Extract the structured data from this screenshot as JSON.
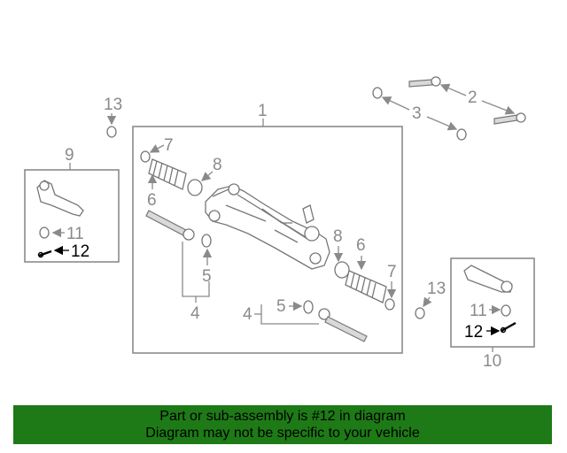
{
  "callouts": {
    "c1": "1",
    "c2": "2",
    "c3": "3",
    "c4a": "4",
    "c4b": "4",
    "c5a": "5",
    "c5b": "5",
    "c6a": "6",
    "c6b": "6",
    "c7a": "7",
    "c7b": "7",
    "c8a": "8",
    "c8b": "8",
    "c9": "9",
    "c10": "10",
    "c11a": "11",
    "c11b": "11",
    "c12a": "12",
    "c12b": "12",
    "c13a": "13",
    "c13b": "13"
  },
  "highlight_part": "12",
  "colors": {
    "banner_bg": "#1e7a16",
    "callout": "#8a8a8a",
    "highlight": "#000000"
  },
  "banner": {
    "line1": "Part or sub-assembly is #12 in diagram",
    "line2": "Diagram may not be specific to your vehicle"
  }
}
